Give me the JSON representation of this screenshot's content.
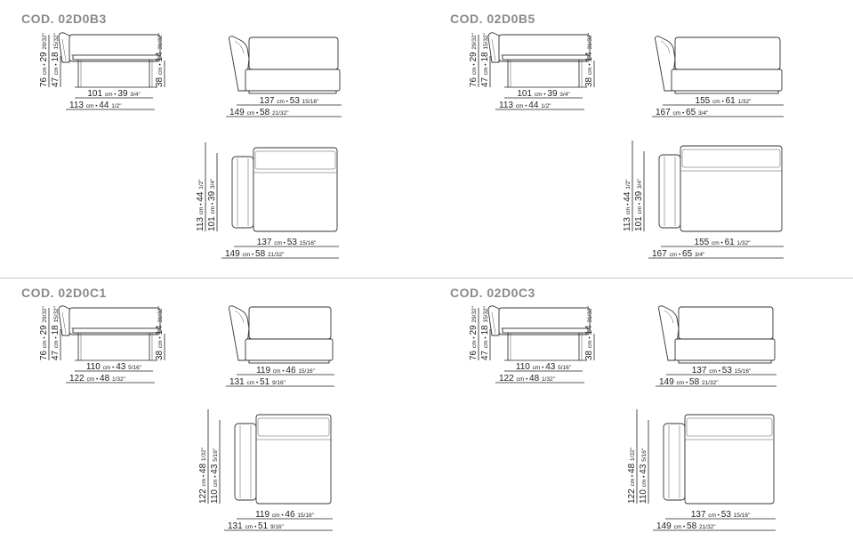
{
  "codes": [
    "COD. 02D0B3",
    "COD. 02D0B5",
    "COD. 02D0C1",
    "COD. 02D0C3"
  ],
  "side": {
    "heights": [
      {
        "cm": "76",
        "in": "29",
        "frac": "29/32\""
      },
      {
        "cm": "47",
        "in": "18",
        "frac": "15/32\""
      }
    ],
    "seat": {
      "cm": "38",
      "in": "14",
      "frac": "31/32\""
    }
  },
  "modules": [
    {
      "side_depth_inner": {
        "cm": "101",
        "in": "39",
        "frac": "3/4\""
      },
      "side_depth_outer": {
        "cm": "113",
        "in": "44",
        "frac": "1/2\""
      },
      "front_inner": {
        "cm": "137",
        "in": "53",
        "frac": "15/16\""
      },
      "front_outer": {
        "cm": "149",
        "in": "58",
        "frac": "21/32\""
      },
      "plan_depth_outer": {
        "cm": "113",
        "in": "44",
        "frac": "1/2\""
      },
      "plan_depth_inner": {
        "cm": "101",
        "in": "39",
        "frac": "3/4\""
      }
    },
    {
      "side_depth_inner": {
        "cm": "101",
        "in": "39",
        "frac": "3/4\""
      },
      "side_depth_outer": {
        "cm": "113",
        "in": "44",
        "frac": "1/2\""
      },
      "front_inner": {
        "cm": "155",
        "in": "61",
        "frac": "1/32\""
      },
      "front_outer": {
        "cm": "167",
        "in": "65",
        "frac": "3/4\""
      },
      "plan_depth_outer": {
        "cm": "113",
        "in": "44",
        "frac": "1/2\""
      },
      "plan_depth_inner": {
        "cm": "101",
        "in": "39",
        "frac": "3/4\""
      }
    },
    {
      "side_depth_inner": {
        "cm": "110",
        "in": "43",
        "frac": "5/16\""
      },
      "side_depth_outer": {
        "cm": "122",
        "in": "48",
        "frac": "1/32\""
      },
      "front_inner": {
        "cm": "119",
        "in": "46",
        "frac": "15/16\""
      },
      "front_outer": {
        "cm": "131",
        "in": "51",
        "frac": "9/16\""
      },
      "plan_depth_outer": {
        "cm": "122",
        "in": "48",
        "frac": "1/32\""
      },
      "plan_depth_inner": {
        "cm": "110",
        "in": "43",
        "frac": "5/16\""
      }
    },
    {
      "side_depth_inner": {
        "cm": "110",
        "in": "43",
        "frac": "5/16\""
      },
      "side_depth_outer": {
        "cm": "122",
        "in": "48",
        "frac": "1/32\""
      },
      "front_inner": {
        "cm": "137",
        "in": "53",
        "frac": "15/16\""
      },
      "front_outer": {
        "cm": "149",
        "in": "58",
        "frac": "21/32\""
      },
      "plan_depth_outer": {
        "cm": "122",
        "in": "48",
        "frac": "1/32\""
      },
      "plan_depth_inner": {
        "cm": "110",
        "in": "43",
        "frac": "5/16\""
      }
    }
  ],
  "units": {
    "cm": "cm",
    "sep": "•"
  }
}
